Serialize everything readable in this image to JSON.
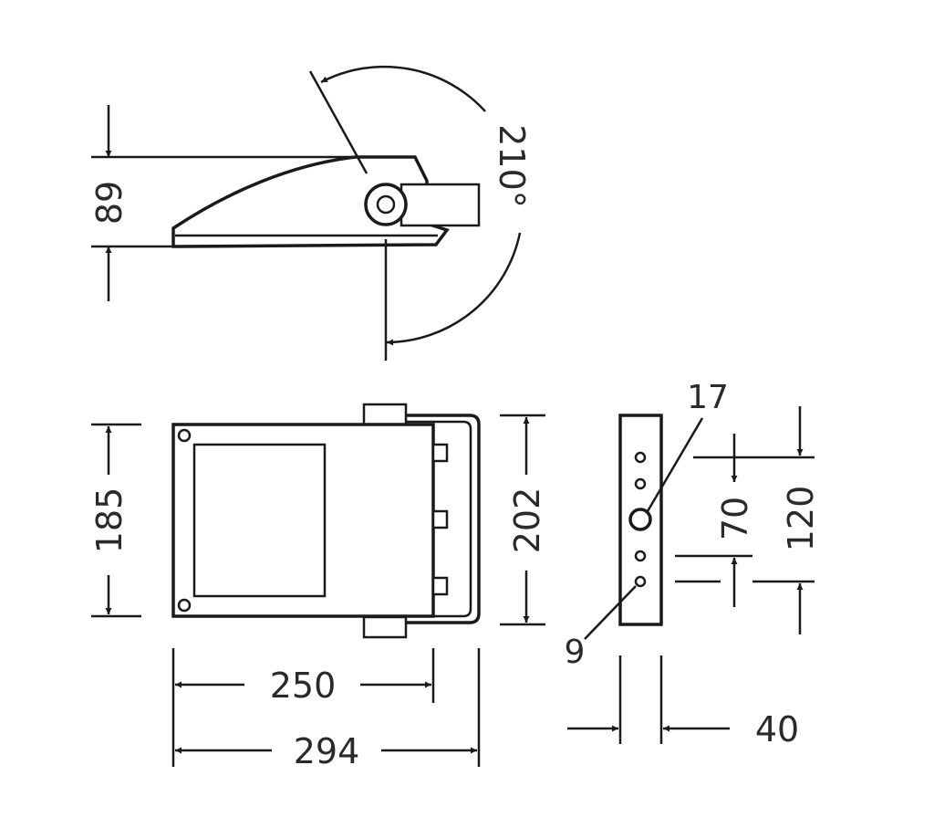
{
  "side_view": {
    "height_label": "89",
    "tilt_angle_label": "210°"
  },
  "front_view": {
    "height_label": "185",
    "bracket_height_label": "202",
    "width_label": "250",
    "bracket_width_label": "294"
  },
  "bracket_view": {
    "large_hole_label": "17",
    "small_hole_label": "9",
    "hole_spacing_label": "70",
    "outer_spacing_label": "120",
    "width_label": "40"
  },
  "colors": {
    "line": "#1a1a1a",
    "text": "#2a2a2a",
    "background": "#ffffff"
  }
}
